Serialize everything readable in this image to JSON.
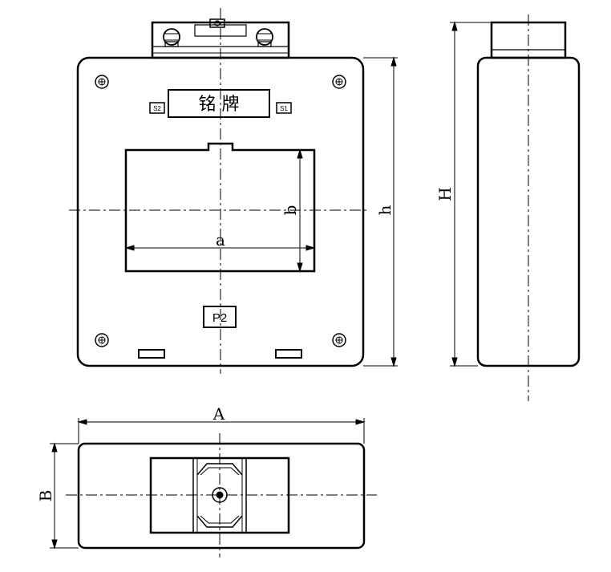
{
  "front_view": {
    "nameplate_text": "铭 牌",
    "terminal_left": "S2",
    "terminal_right": "S1",
    "secondary_label": "P2",
    "dim_window_width": "a",
    "dim_window_height": "b",
    "dim_body_height": "h"
  },
  "side_view": {
    "dim_total_height": "H"
  },
  "bottom_view": {
    "dim_width": "A",
    "dim_depth": "B"
  }
}
